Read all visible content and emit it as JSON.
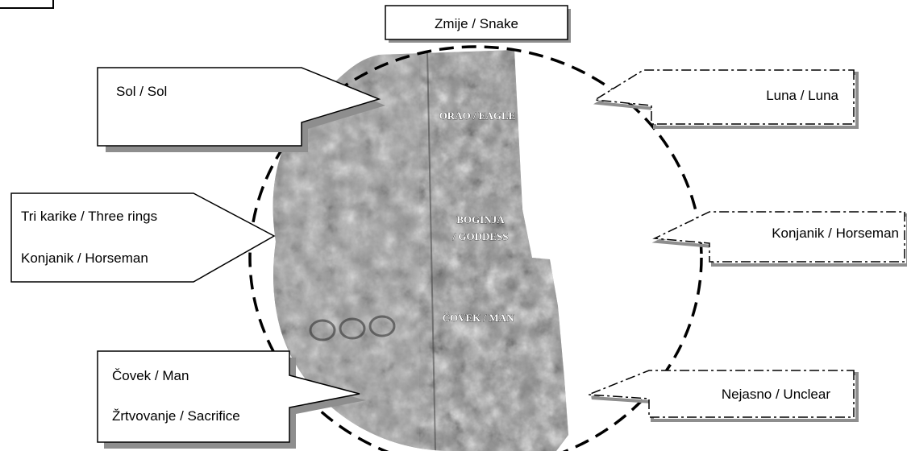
{
  "callouts": {
    "top": "Zmije / Snake",
    "sol": "Sol / Sol",
    "luna": "Luna / Luna",
    "left_line1": "Tri karike / Three rings",
    "left_line2": "Konjanik / Horseman",
    "right_horseman": "Konjanik / Horseman",
    "bottom_left_line1": "Čovek / Man",
    "bottom_left_line2": "Žrtvovanje / Sacrifice",
    "unclear": "Nejasno / Unclear"
  },
  "plate_labels": {
    "eagle": "ORAO / EAGLE",
    "goddess_line1": "BOGINJA",
    "goddess_line2": "/ GODDESS",
    "man": "ČOVEK / MAN"
  }
}
